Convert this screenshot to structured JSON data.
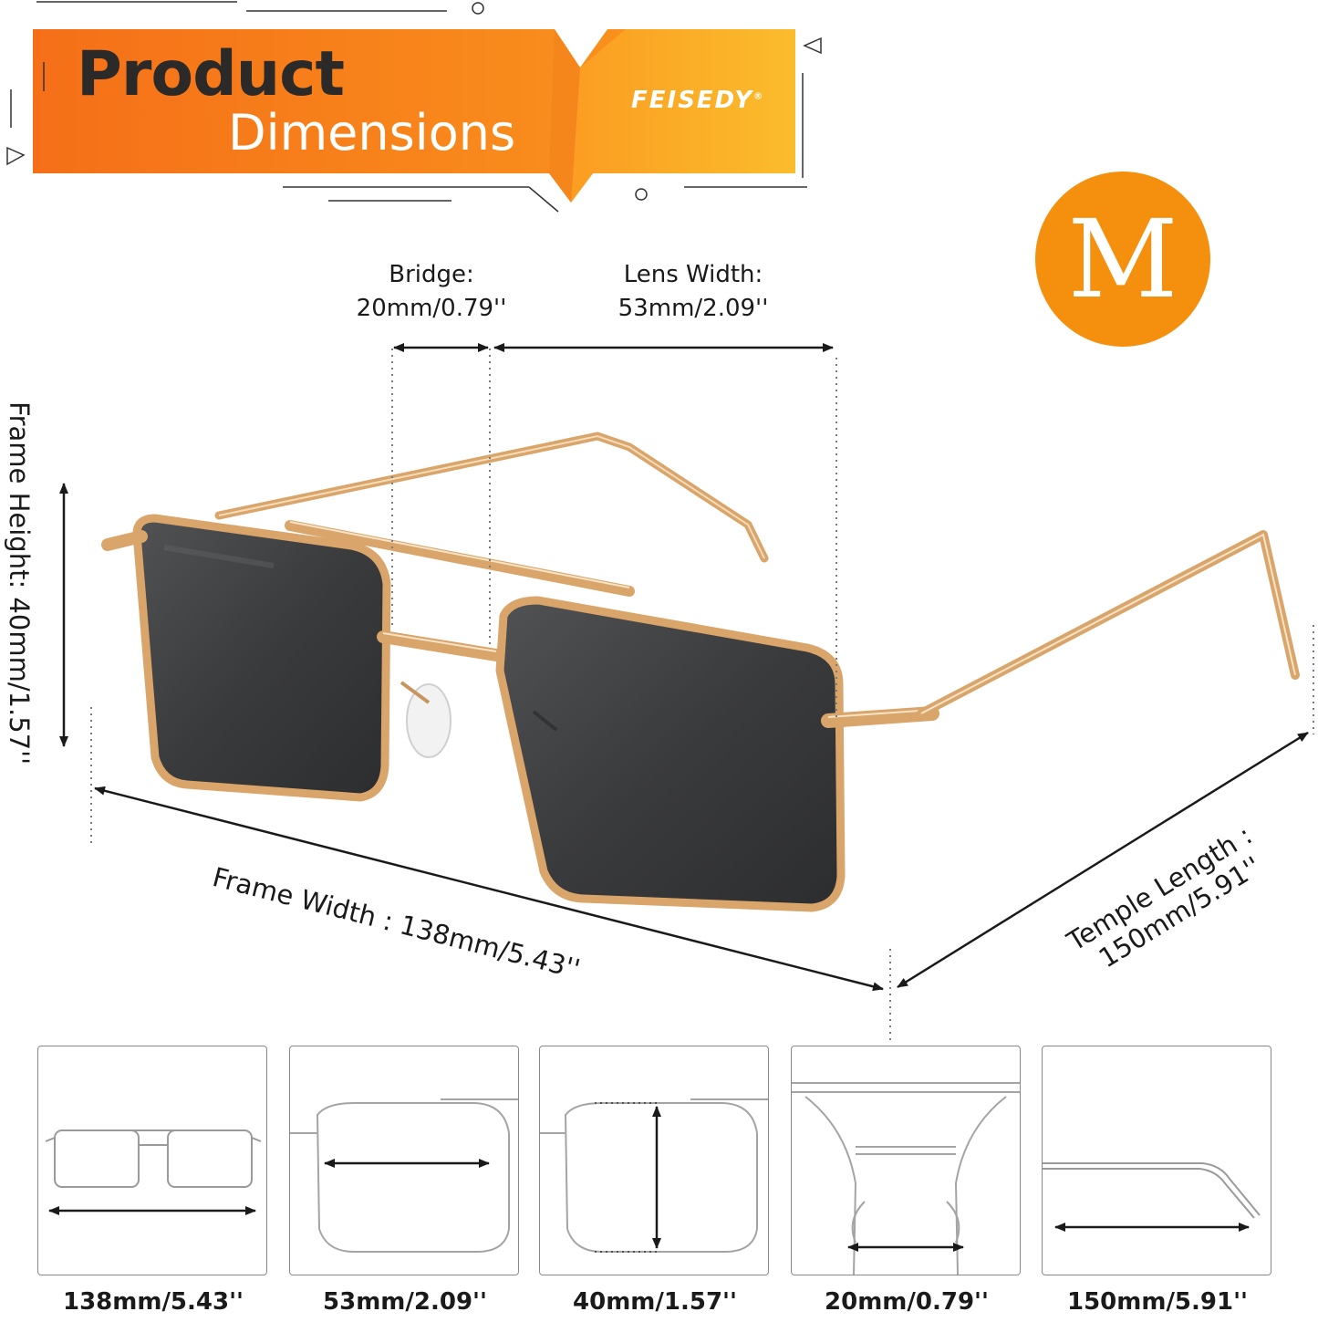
{
  "header": {
    "title": "Product",
    "subtitle": "Dimensions",
    "brand": "FEISEDY",
    "brand_mark": "®"
  },
  "size_badge": "M",
  "dimensions": {
    "bridge": {
      "label": "Bridge:",
      "value": "20mm/0.79''"
    },
    "lens_width": {
      "label": "Lens Width:",
      "value": "53mm/2.09''"
    },
    "frame_height": {
      "label": "Frame Height: 40mm/1.57''"
    },
    "frame_width": {
      "label": "Frame Width :  138mm/5.43''"
    },
    "temple_length": {
      "label": "Temple Length :",
      "value": "150mm/5.91''"
    }
  },
  "thumbnails": [
    {
      "caption": "138mm/5.43''"
    },
    {
      "caption": "53mm/2.09''"
    },
    {
      "caption": "40mm/1.57''"
    },
    {
      "caption": "20mm/0.79''"
    },
    {
      "caption": "150mm/5.91''"
    }
  ],
  "colors": {
    "banner_orange": "#f77b1c",
    "banner_yellow": "#fbb224",
    "badge_orange": "#f5900f",
    "frame_gold": "#d9a56a",
    "lens_gray": "#3a3b3d"
  }
}
